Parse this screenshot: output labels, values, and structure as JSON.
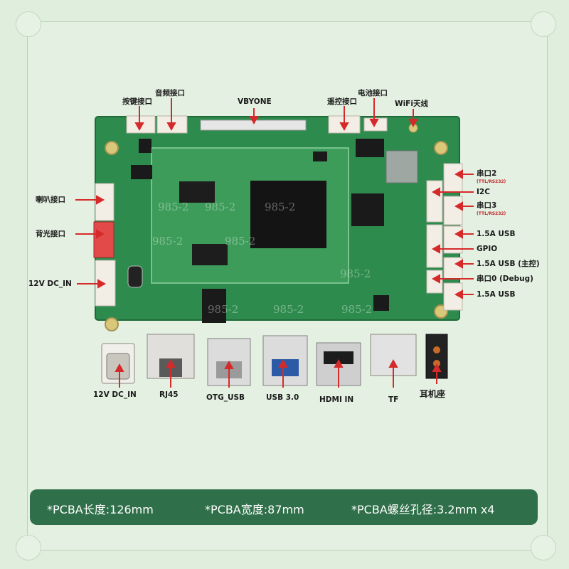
{
  "labels": {
    "keys_port": "按键接口",
    "audio_port": "音频接口",
    "vbyone": "VBYONE",
    "remote_port": "遥控接口",
    "battery_port": "电池接口",
    "wifi_antenna": "WiFi天线",
    "speaker_port": "喇叭接口",
    "backlight_port": "背光接口",
    "dc_in_left": "12V DC_IN",
    "serial2": "串口2",
    "serial2_sub": "(TTL/RS232)",
    "i2c": "I2C",
    "serial3": "串口3",
    "serial3_sub": "(TTL/RS232)",
    "usb_right_1": "1.5A USB",
    "gpio": "GPIO",
    "usb_main": "1.5A USB (主控)",
    "serial0": "串口0 (Debug)",
    "usb_right_2": "1.5A USB",
    "dc_in_bottom": "12V DC_IN",
    "rj45": "RJ45",
    "otg_usb": "OTG_USB",
    "usb3": "USB 3.0",
    "hdmi_in": "HDMI IN",
    "tf": "TF",
    "headphone": "耳机座"
  },
  "watermarks": [
    "985-2",
    "985-2",
    "985-2",
    "985-2",
    "985-2",
    "985-2",
    "985-2",
    "985-2",
    "985-2"
  ],
  "specs": {
    "length": "*PCBA长度:126mm",
    "width": "*PCBA宽度:87mm",
    "screw_hole": "*PCBA螺丝孔径:3.2mm x4"
  },
  "colors": {
    "pcb": "#2e8b4e",
    "callout": "#d62a2a",
    "spec_bar": "#2f6f49",
    "background": "#dfeedd"
  }
}
